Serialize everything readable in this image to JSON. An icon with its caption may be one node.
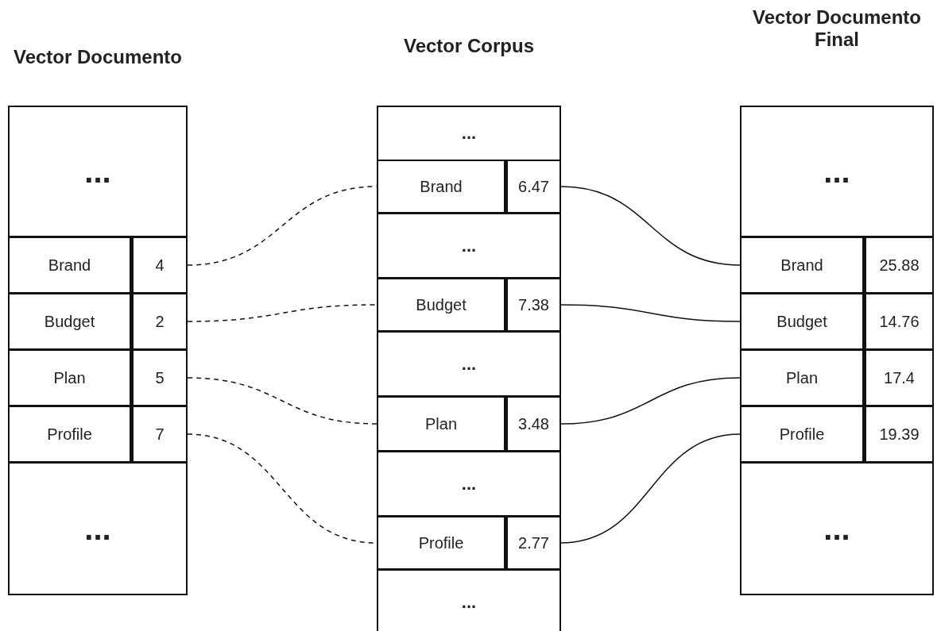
{
  "diagram": {
    "nodes": [
      {
        "text": [
          "Vector Documento"
        ]
      },
      {
        "text": [
          "..."
        ],
        "in": 0
      },
      {
        "text": [
          "Brand"
        ],
        "in": 0
      },
      {
        "text": [
          "4"
        ],
        "in": 0
      },
      {
        "text": [
          "Budget"
        ],
        "in": 0
      },
      {
        "text": [
          "2"
        ],
        "in": 0
      },
      {
        "text": [
          "Plan"
        ],
        "in": 0
      },
      {
        "text": [
          "5"
        ],
        "in": 0
      },
      {
        "text": [
          "Profile"
        ],
        "in": 0
      },
      {
        "text": [
          "7"
        ],
        "in": 0
      },
      {
        "text": [
          "..."
        ],
        "in": 0
      },
      {
        "text": [
          "Vector Corpus"
        ]
      },
      {
        "text": [
          "..."
        ],
        "in": 11
      },
      {
        "text": [
          "Brand"
        ],
        "in": 11
      },
      {
        "text": [
          "6.47"
        ],
        "in": 11
      },
      {
        "text": [
          "..."
        ],
        "in": 11
      },
      {
        "text": [
          "Budget"
        ],
        "in": 11
      },
      {
        "text": [
          "7.38"
        ],
        "in": 11
      },
      {
        "text": [
          "..."
        ],
        "in": 11
      },
      {
        "text": [
          "Plan"
        ],
        "in": 11
      },
      {
        "text": [
          "3.48"
        ],
        "in": 11
      },
      {
        "text": [
          "..."
        ],
        "in": 11
      },
      {
        "text": [
          "Profile"
        ],
        "in": 11
      },
      {
        "text": [
          "2.77"
        ],
        "in": 11
      },
      {
        "text": [
          "..."
        ],
        "in": 11
      },
      {
        "text": [
          "Vector Documento Final"
        ]
      },
      {
        "text": [
          "..."
        ],
        "in": 25
      },
      {
        "text": [
          "Brand"
        ],
        "in": 25
      },
      {
        "text": [
          "25.88"
        ],
        "in": 25
      },
      {
        "text": [
          "Budget"
        ],
        "in": 25
      },
      {
        "text": [
          "14.76"
        ],
        "in": 25
      },
      {
        "text": [
          "Plan"
        ],
        "in": 25
      },
      {
        "text": [
          "17.4"
        ],
        "in": 25
      },
      {
        "text": [
          "Profile"
        ],
        "in": 25
      },
      {
        "text": [
          "19.39"
        ],
        "in": 25
      },
      {
        "text": [
          "..."
        ],
        "in": 25
      }
    ],
    "edges": [
      {
        "from": 3,
        "to": 13,
        "arrow": "none",
        "style": "dashed"
      },
      {
        "from": 5,
        "to": 16,
        "arrow": "none",
        "style": "dashed"
      },
      {
        "from": 7,
        "to": 19,
        "arrow": "none",
        "style": "dashed"
      },
      {
        "from": 9,
        "to": 22,
        "arrow": "none",
        "style": "dashed"
      },
      {
        "from": 14,
        "to": 27,
        "arrow": "none"
      },
      {
        "from": 17,
        "to": 29,
        "arrow": "none"
      },
      {
        "from": 20,
        "to": 31,
        "arrow": "none"
      },
      {
        "from": 23,
        "to": 33,
        "arrow": "none"
      }
    ]
  }
}
